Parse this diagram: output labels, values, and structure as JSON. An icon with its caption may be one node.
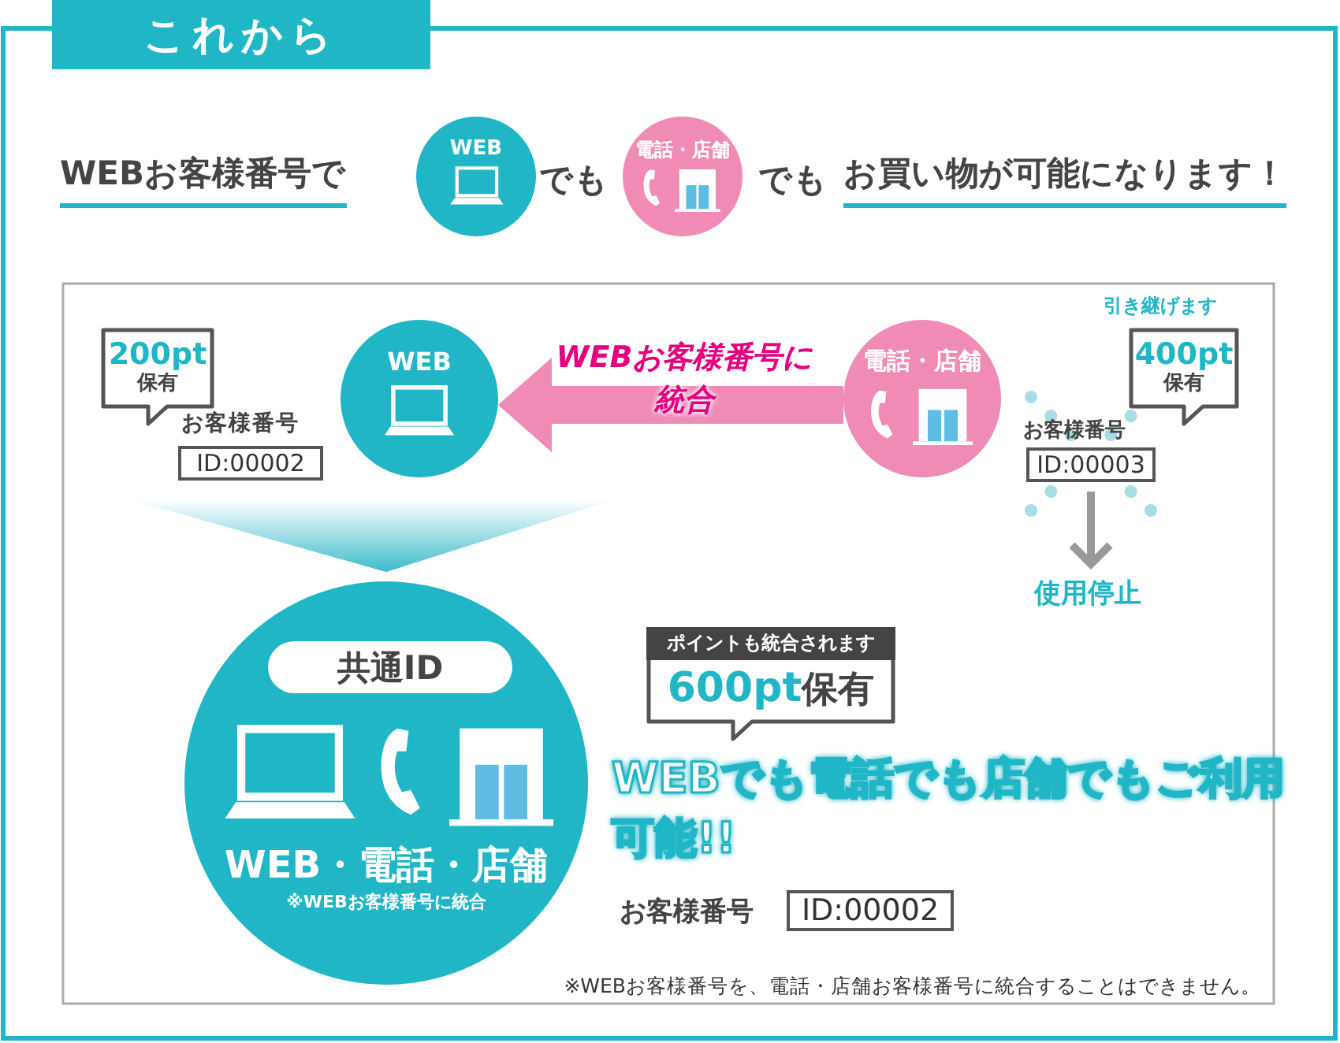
{
  "diagram": {
    "nodes": [
      {
        "text": [
          "これから"
        ]
      },
      {
        "text": [
          "WEB"
        ]
      },
      {
        "text": [
          "電話・店舗"
        ]
      },
      {
        "text": [
          "WEB"
        ]
      },
      {
        "text": [
          "電話・店舗"
        ]
      },
      {
        "text": [
          "200pt",
          "保有"
        ]
      },
      {
        "text": [
          "ID:00002"
        ],
        "beside": [
          "お客様番号"
        ]
      },
      {
        "text": [
          "400pt",
          "保有"
        ],
        "beside": [
          "引き継げます"
        ]
      },
      {
        "text": [
          "ID:00003"
        ],
        "beside": [
          "お客様番号"
        ]
      },
      {
        "text": [
          "使用停止"
        ]
      },
      {
        "text": [
          "WEB・電話・店舗",
          "※WEBお客様番号に統合"
        ]
      },
      {
        "text": [
          "共通ID"
        ],
        "in": 10
      },
      {
        "text": [
          "ポイントも統合されます",
          "600pt",
          "保有"
        ]
      },
      {
        "text": [
          "ID:00002"
        ],
        "beside": [
          "お客様番号"
        ]
      }
    ],
    "edges": [
      {
        "from": 4,
        "to": 3,
        "arrow": "to",
        "style": "thick",
        "label": "WEBお客様番号に統合"
      },
      {
        "from": null,
        "to": 10,
        "arrow": "to"
      },
      {
        "from": 8,
        "to": 9,
        "arrow": "to"
      }
    ],
    "labels": [
      "WEBお客様番号で",
      "でも",
      "でも",
      "お買い物が可能になります！",
      "WEBでも電話でも店舗でもご利用可能!!",
      "※WEBお客様番号を、電話・店舗お客様番号に統合することはできません。"
    ]
  }
}
